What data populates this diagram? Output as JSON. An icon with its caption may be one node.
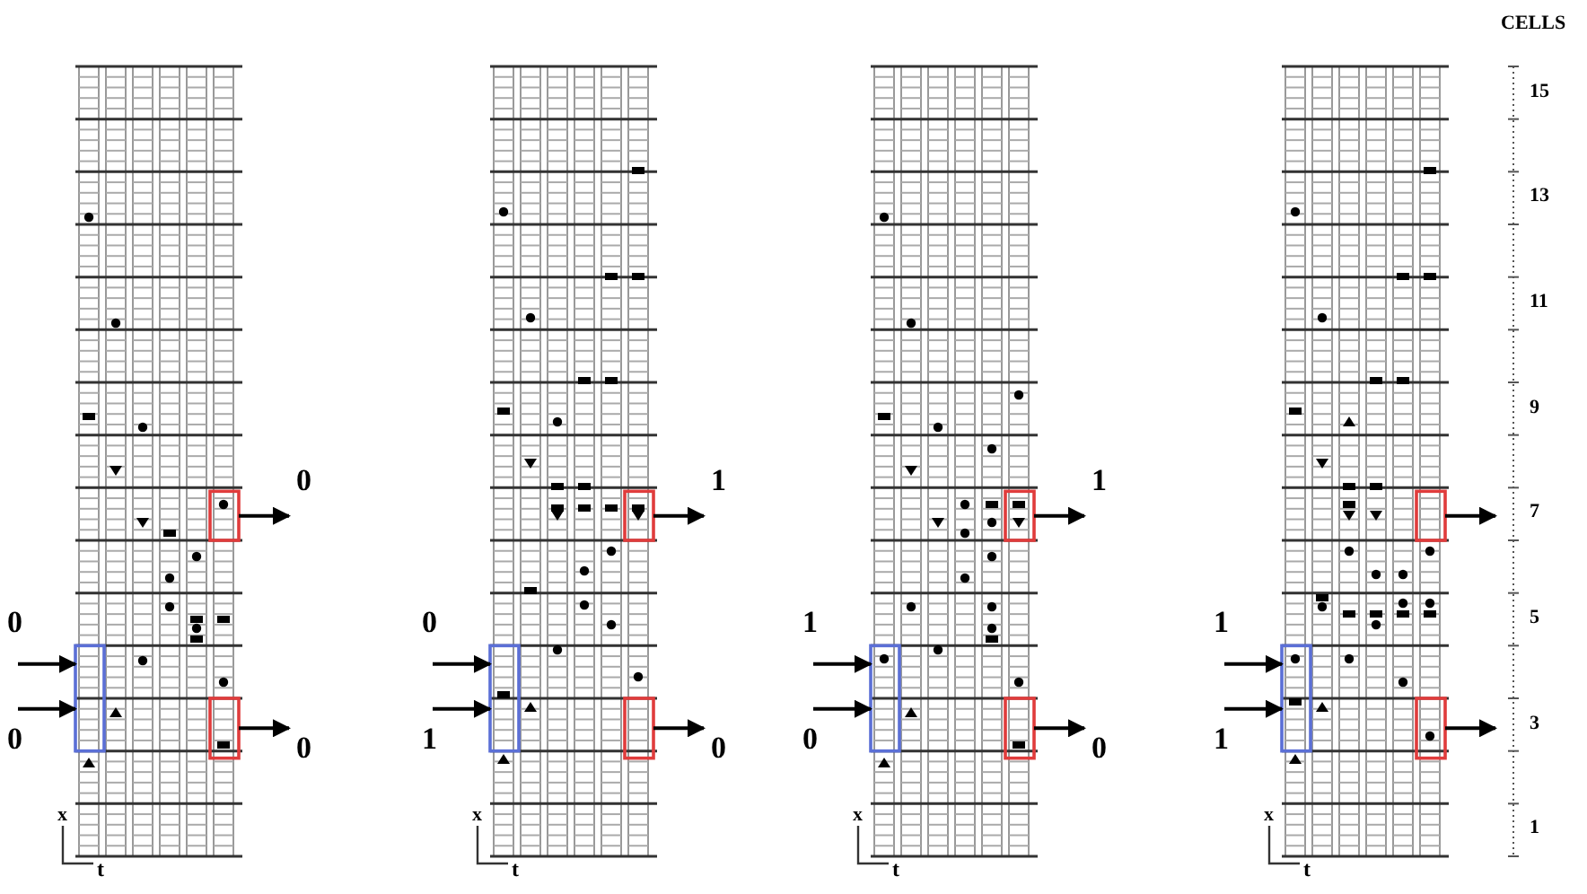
{
  "diagram": {
    "nodes": [
      {
        "text": [],
        "shape": "box"
      },
      {
        "text": [],
        "shape": "box"
      },
      {
        "text": [],
        "shape": "box"
      },
      {
        "text": [],
        "shape": "box"
      },
      {
        "text": [],
        "shape": "box"
      },
      {
        "text": [],
        "shape": "box"
      },
      {
        "text": [],
        "shape": "box"
      },
      {
        "text": [],
        "shape": "box"
      },
      {
        "text": [],
        "shape": "box"
      },
      {
        "text": [],
        "shape": "box"
      },
      {
        "text": [],
        "shape": "box"
      },
      {
        "text": [],
        "shape": "box"
      }
    ],
    "edges": [
      {
        "from": null,
        "to": 0,
        "arrow": "to",
        "label": "0"
      },
      {
        "from": null,
        "to": 0,
        "arrow": "to",
        "label": "0"
      },
      {
        "from": 1,
        "to": null,
        "arrow": "to",
        "label": "0"
      },
      {
        "from": 2,
        "to": null,
        "arrow": "to",
        "label": "0"
      },
      {
        "from": null,
        "to": 3,
        "arrow": "to",
        "label": "0"
      },
      {
        "from": null,
        "to": 3,
        "arrow": "to",
        "label": "1"
      },
      {
        "from": 4,
        "to": null,
        "arrow": "to",
        "label": "1"
      },
      {
        "from": 5,
        "to": null,
        "arrow": "to",
        "label": "0"
      },
      {
        "from": null,
        "to": 6,
        "arrow": "to",
        "label": "1"
      },
      {
        "from": null,
        "to": 6,
        "arrow": "to",
        "label": "0"
      },
      {
        "from": 7,
        "to": null,
        "arrow": "to",
        "label": "1"
      },
      {
        "from": 8,
        "to": null,
        "arrow": "to",
        "label": "0"
      },
      {
        "from": null,
        "to": 9,
        "arrow": "to",
        "label": "1"
      },
      {
        "from": null,
        "to": 9,
        "arrow": "to",
        "label": "1"
      },
      {
        "from": 10,
        "to": null,
        "arrow": "to"
      },
      {
        "from": 11,
        "to": null,
        "arrow": "to"
      }
    ],
    "labels": [
      "CELLS",
      "15",
      "13",
      "11",
      "9",
      "7",
      "5",
      "3",
      "1",
      "x",
      "t",
      "x",
      "t",
      "x",
      "t",
      "x",
      "t"
    ]
  }
}
